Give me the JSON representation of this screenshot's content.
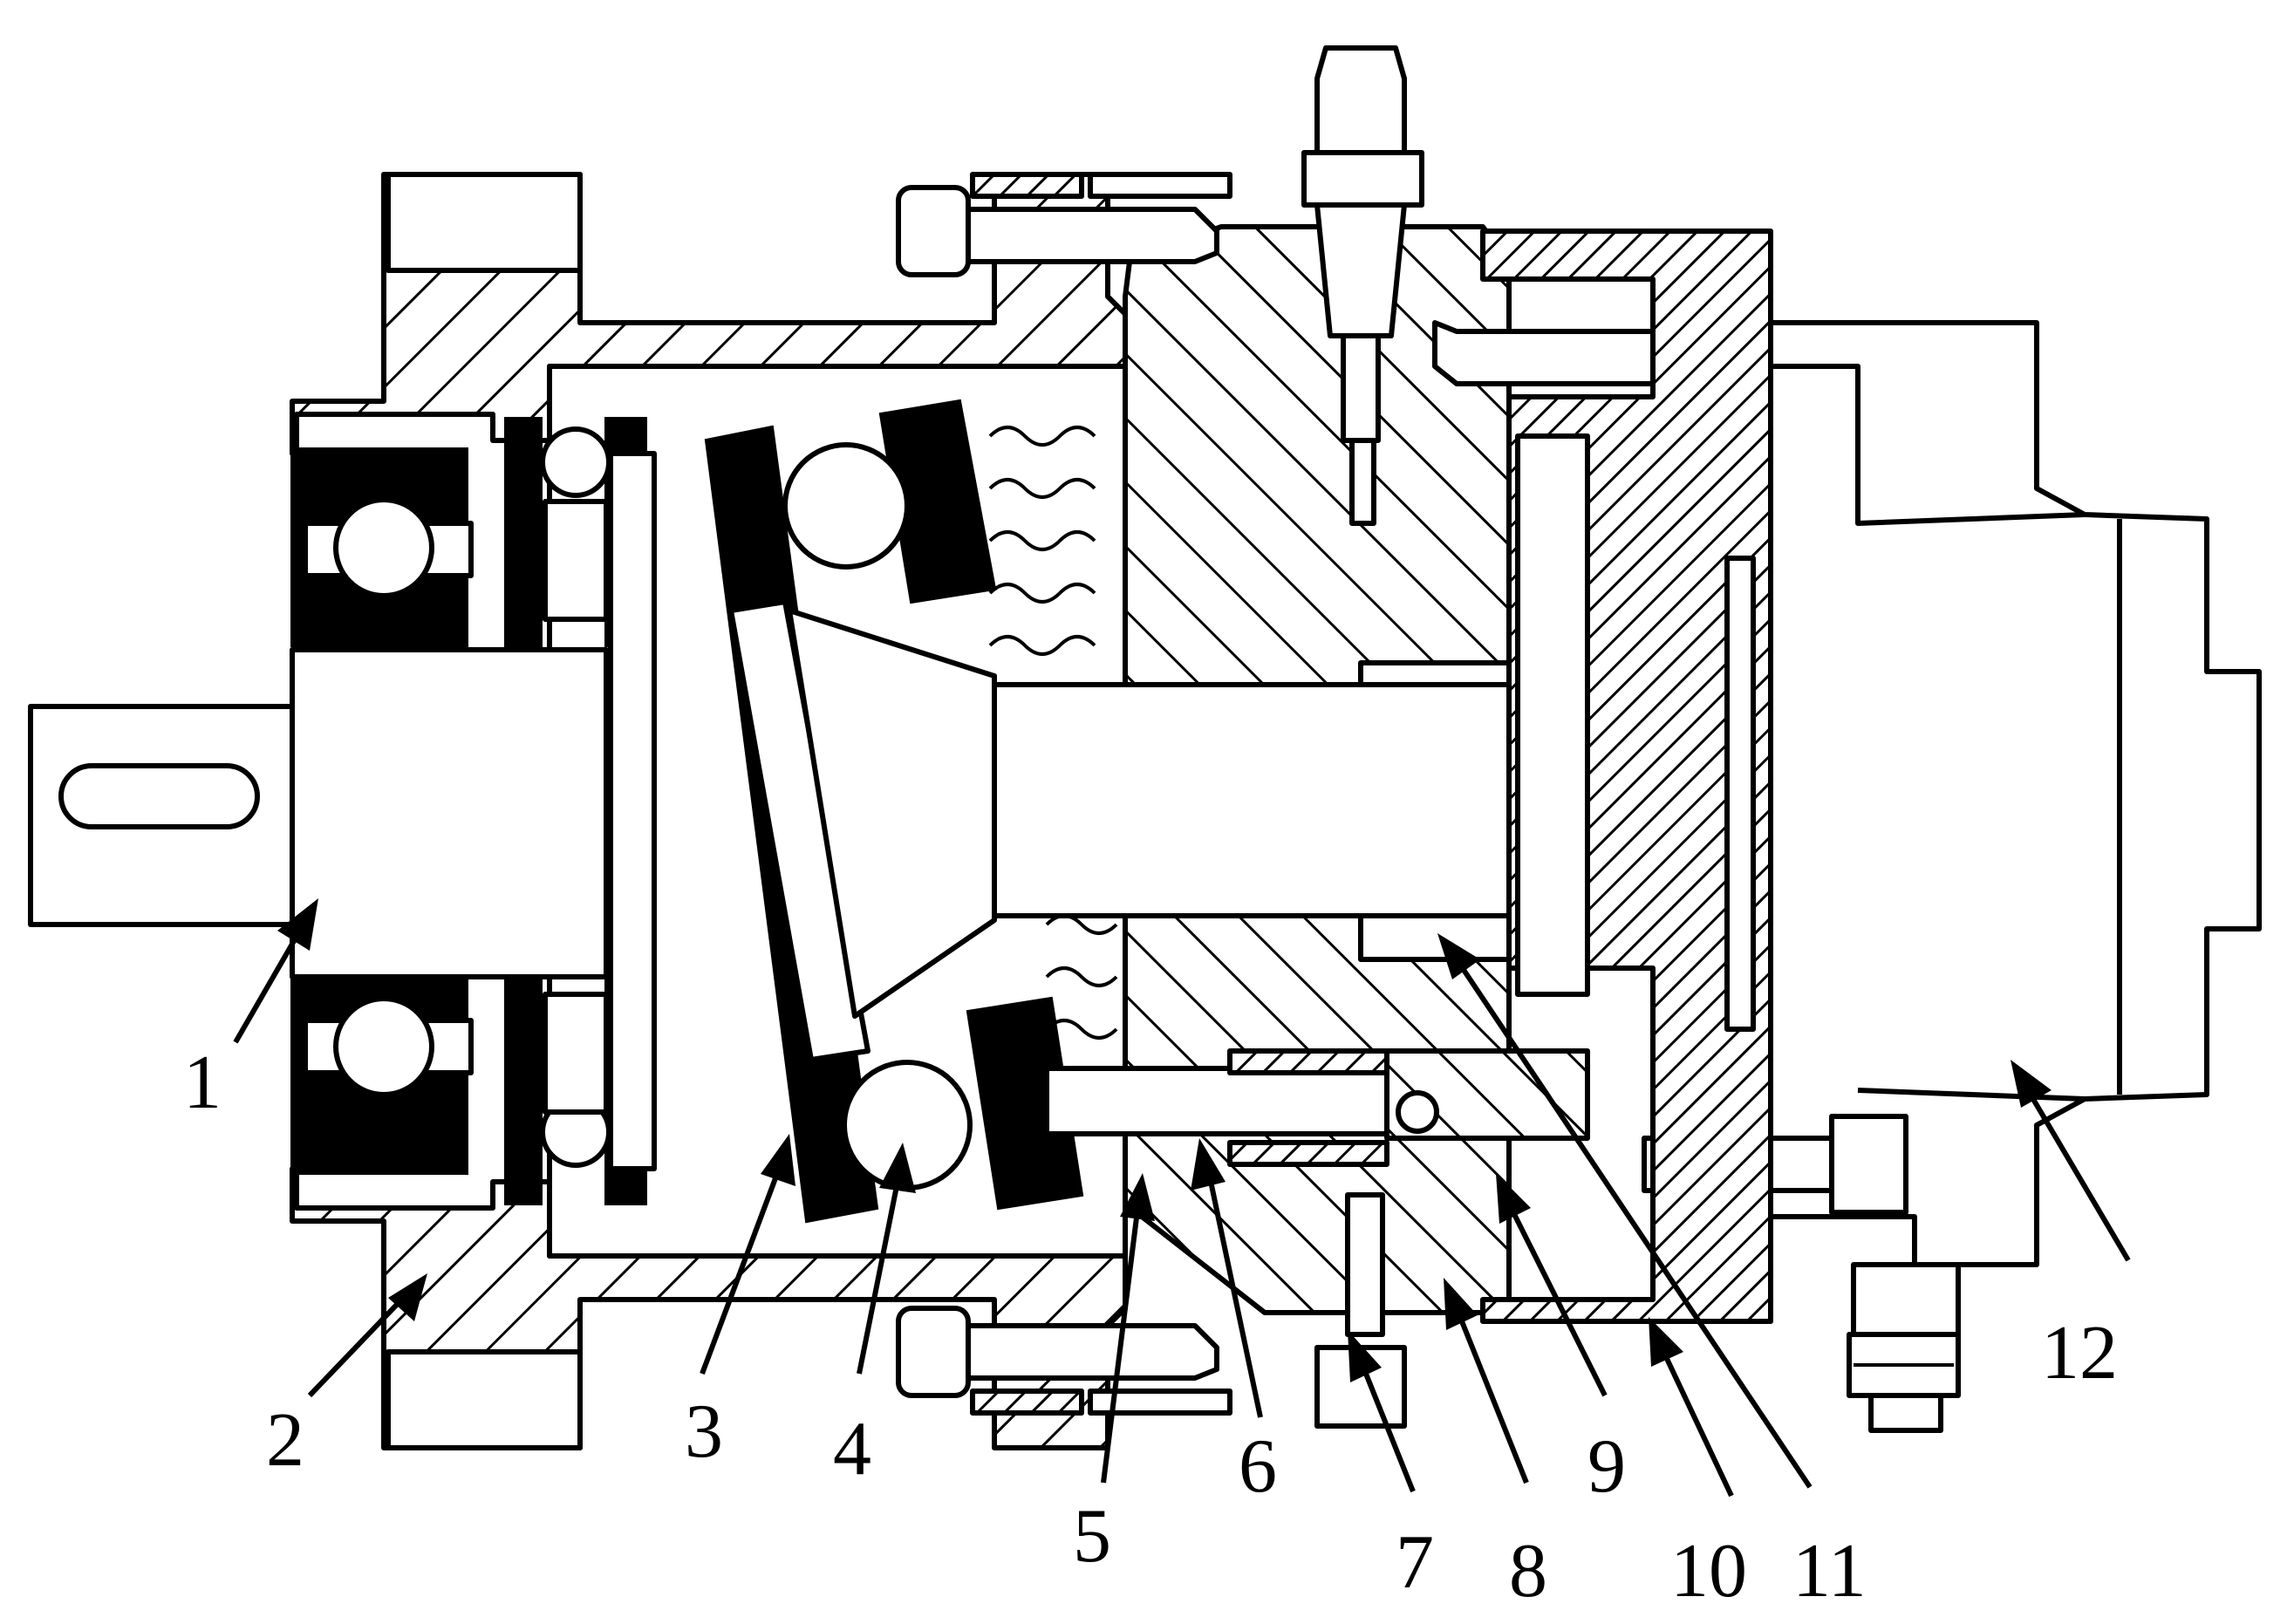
{
  "figure": {
    "callouts": [
      {
        "id": "1",
        "text": "1"
      },
      {
        "id": "2",
        "text": "2"
      },
      {
        "id": "3",
        "text": "3"
      },
      {
        "id": "4",
        "text": "4"
      },
      {
        "id": "5",
        "text": "5"
      },
      {
        "id": "6",
        "text": "6"
      },
      {
        "id": "7",
        "text": "7"
      },
      {
        "id": "8",
        "text": "8"
      },
      {
        "id": "9",
        "text": "9"
      },
      {
        "id": "10",
        "text": "10"
      },
      {
        "id": "11",
        "text": "11"
      },
      {
        "id": "12",
        "text": "12"
      }
    ]
  }
}
